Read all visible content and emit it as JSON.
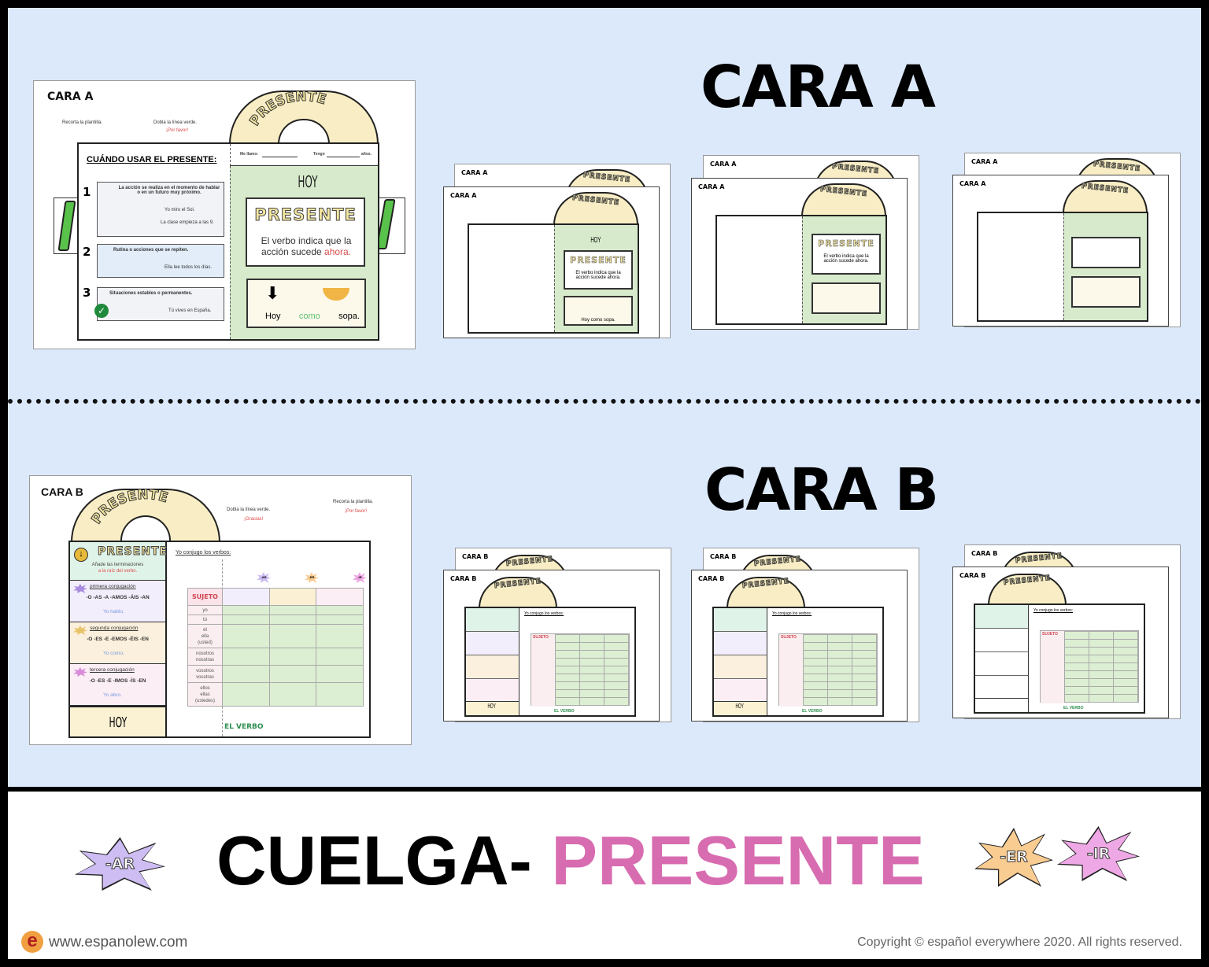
{
  "sections": {
    "cara_a": "CARA A",
    "cara_b": "CARA B"
  },
  "card_a": {
    "label": "CARA A",
    "arch": "PRESENTE",
    "cut_note": "Recorta la plantilla.",
    "fold_note": "Dobla la línea verde.",
    "fold_thanks": "¡Por favor!",
    "name_field": "Me llamo:",
    "age_field": "Tengo",
    "age_suffix": "años.",
    "title": "CUÁNDO USAR EL PRESENTE:",
    "items": [
      {
        "num": "1",
        "text": "La acción se realiza en el momento de hablar o en un futuro muy próximo.",
        "ex1": "Yo miro el Sol.",
        "ex2": "La clase empieza a las 9."
      },
      {
        "num": "2",
        "text": "Rutina o acciones que se repiten.",
        "ex1": "Ella lee todos los días."
      },
      {
        "num": "3",
        "text": "Situaciones estables o permanentes.",
        "ex1": "Tú vives en España."
      }
    ],
    "hoy": "HOY",
    "box_title": "PRESENTE",
    "box_text": "El verbo indica que la acción sucede",
    "box_highlight": "ahora.",
    "example": [
      "Hoy",
      "como",
      "sopa."
    ]
  },
  "card_b": {
    "label": "CARA B",
    "arch": "PRESENTE",
    "fold_note": "Dobla la línea verde.",
    "fold_thanks": "¡Gracias!",
    "cut_note": "Recorta la plantilla.",
    "cut_thanks": "¡Por favor!",
    "side_title": "PRESENTE",
    "side_text": "Añade las terminaciones",
    "side_highlight": "a la raíz del verbo.",
    "conjugations": [
      {
        "name": "primera conjugación",
        "endings": "-O -AS -A -AMOS -ÁIS -AN",
        "example": "Yo hablo.",
        "color": "#f3eefb"
      },
      {
        "name": "segunda conjugación",
        "endings": "-O -ES -E -EMOS -ÉIS -EN",
        "example": "Yo como.",
        "color": "#fbf0dd"
      },
      {
        "name": "tercera conjugación",
        "endings": "-O -ES -E -IMOS -ÍS -EN",
        "example": "Yo abro.",
        "color": "#fbeef5"
      }
    ],
    "hoy": "HOY",
    "heading": "Yo conjugo los verbos:",
    "table_header": "SUJETO",
    "badges": [
      "-AR",
      "-ER",
      "-IR"
    ],
    "subjects": [
      "yo",
      "tú",
      "él\nella\n(usted)",
      "nosotros\nnosotras",
      "vosotros\nvosotras",
      "ellos\nellas\n(ustedes)"
    ],
    "footer": "EL VERBO"
  },
  "thumb_labels": {
    "a": "CARA A",
    "b": "CARA B",
    "arch": "PRESENTE",
    "hoy": "HOY",
    "pres": "PRESENTE",
    "text": "El verbo indica que la acción sucede ahora.",
    "example": "Hoy como sopa.",
    "verb": "EL VERBO",
    "sujeto": "SUJETO",
    "heading": "Yo conjugo los verbos:"
  },
  "banner": {
    "title_black": "CUELGA-",
    "title_pink": "PRESENTE",
    "badges": [
      "-AR",
      "-ER",
      "-IR"
    ],
    "badge_colors": [
      "#cdbdf3",
      "#f9cc92",
      "#efa8e6"
    ],
    "pink": "#d86cb0"
  },
  "footer": {
    "website": "www.espanolew.com",
    "copyright": "Copyright © español everywhere 2020. All rights reserved."
  }
}
